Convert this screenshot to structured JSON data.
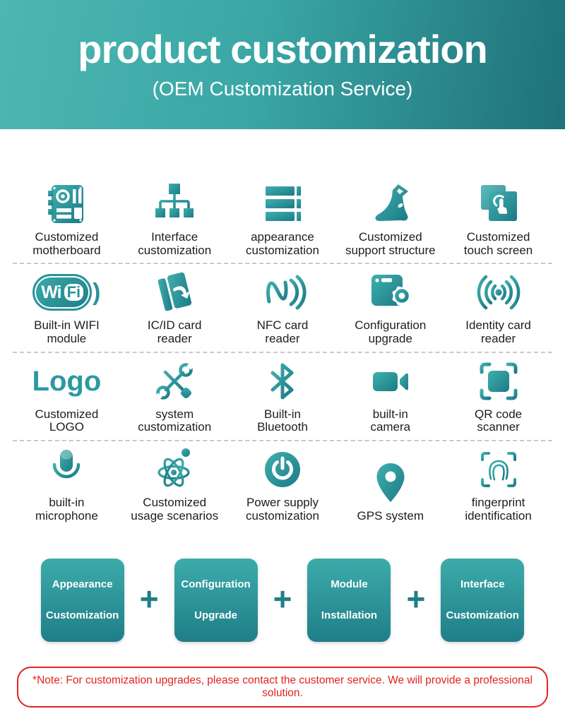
{
  "header": {
    "title": "product customization",
    "subtitle": "(OEM Customization Service)"
  },
  "colors": {
    "header_gradient_start": "#4db6b1",
    "header_gradient_end": "#1f7179",
    "icon_teal_light": "#3fb0ae",
    "icon_teal_dark": "#1c7a86",
    "label_text": "#1e1e1e",
    "note_red": "#e2231f"
  },
  "grid": {
    "rows": [
      {
        "items": [
          {
            "icon": "motherboard-icon",
            "line1": "Customized",
            "line2": "motherboard"
          },
          {
            "icon": "interface-tree-icon",
            "line1": "Interface",
            "line2": "customization"
          },
          {
            "icon": "server-stack-icon",
            "line1": "appearance",
            "line2": "customization"
          },
          {
            "icon": "support-structure-icon",
            "line1": "Customized",
            "line2": "support structure"
          },
          {
            "icon": "touch-screen-icon",
            "line1": "Customized",
            "line2": "touch screen"
          }
        ]
      },
      {
        "items": [
          {
            "icon": "wifi-logo-icon",
            "wifi_wi": "Wi",
            "wifi_fi": "Fi",
            "wifi_paren": ")",
            "line1": "Built-in WIFI",
            "line2": "module"
          },
          {
            "icon": "ic-id-card-icon",
            "line1": "IC/ID card",
            "line2": "reader"
          },
          {
            "icon": "nfc-icon",
            "line1": "NFC card",
            "line2": "reader"
          },
          {
            "icon": "configuration-gear-icon",
            "line1": "Configuration",
            "line2": "upgrade"
          },
          {
            "icon": "identity-signal-icon",
            "line1": "Identity card",
            "line2": "reader"
          }
        ]
      },
      {
        "items": [
          {
            "icon": "logo-text",
            "icon_text": "Logo",
            "line1": "Customized",
            "line2": "LOGO"
          },
          {
            "icon": "tools-icon",
            "line1": "system",
            "line2": "customization"
          },
          {
            "icon": "bluetooth-icon",
            "line1": "Built-in",
            "line2": "Bluetooth"
          },
          {
            "icon": "camera-icon",
            "line1": "built-in",
            "line2": "camera"
          },
          {
            "icon": "qr-scan-icon",
            "line1": "QR code",
            "line2": "scanner"
          }
        ]
      },
      {
        "items": [
          {
            "icon": "microphone-icon",
            "line1": "built-in",
            "line2": "microphone"
          },
          {
            "icon": "atom-icon",
            "line1": "Customized",
            "line2": "usage scenarios"
          },
          {
            "icon": "power-icon",
            "line1": "Power supply",
            "line2": "customization"
          },
          {
            "icon": "gps-pin-icon",
            "line1": "GPS system",
            "line2": ""
          },
          {
            "icon": "fingerprint-icon",
            "line1": "fingerprint",
            "line2": "identification"
          }
        ]
      }
    ]
  },
  "combo": {
    "plus": "+",
    "boxes": [
      {
        "line1": "Appearance",
        "line2": "Customization"
      },
      {
        "line1": "Configuration",
        "line2": "Upgrade"
      },
      {
        "line1": "Module",
        "line2": "Installation"
      },
      {
        "line1": "Interface",
        "line2": "Customization"
      }
    ]
  },
  "note": {
    "text": "*Note: For customization upgrades, please contact the customer service. We will provide a professional solution."
  }
}
